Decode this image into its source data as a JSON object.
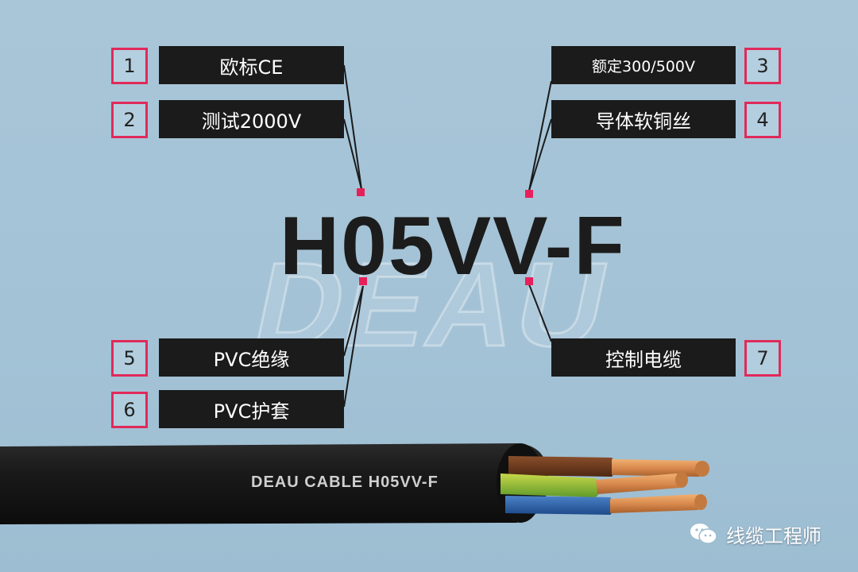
{
  "watermark": "DEAU",
  "model": "H05VV-F",
  "labels": [
    {
      "num": "1",
      "text": "欧标CE"
    },
    {
      "num": "2",
      "text": "测试2000V"
    },
    {
      "num": "3",
      "text": "额定300/500V"
    },
    {
      "num": "4",
      "text": "导体软铜丝"
    },
    {
      "num": "5",
      "text": "PVC绝缘"
    },
    {
      "num": "6",
      "text": "PVC护套"
    },
    {
      "num": "7",
      "text": "控制电缆"
    }
  ],
  "cable_print": "DEAU CABLE  H05VV-F",
  "brand": {
    "name": "线缆工程师",
    "icon": "wechat-icon"
  },
  "colors": {
    "background": "#a9c6d8",
    "label_bg": "#1b1b1b",
    "accent": "#e02a5a",
    "cable_sheath": "#141414",
    "core_brown": "#6b3a1f",
    "core_green_yellow": "#9bc43a",
    "core_blue": "#2c5fa8",
    "copper": "#d98a4e"
  }
}
